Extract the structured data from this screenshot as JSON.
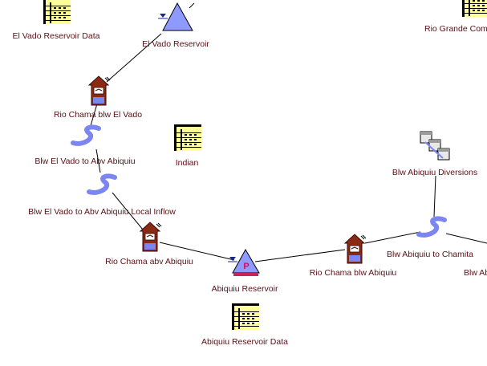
{
  "colors": {
    "label": "#5a0f16",
    "link": "#000000",
    "reach": "#7b86f0",
    "reservoir": "#8f9aff",
    "gage": "#8a2a12",
    "table_yellow": "#ffff99"
  },
  "nodes": {
    "el_vado_data": {
      "label": "El Vado Reservoir Data",
      "icon": "data-table-icon"
    },
    "rio_grande_com": {
      "label": "Rio Grande Com",
      "icon": "data-table-icon"
    },
    "el_vado_reservoir": {
      "label": "El Vado Reservoir",
      "icon": "reservoir-icon"
    },
    "rio_chama_blw_el_vado": {
      "label": "Rio Chama blw El Vado",
      "icon": "gage-icon"
    },
    "indian": {
      "label": "Indian",
      "icon": "data-table-icon"
    },
    "blw_el_vado_to_abv_abiquiu": {
      "label": "Blw El Vado to Abv Abiquiu",
      "icon": "reach-icon"
    },
    "blw_el_vado_local_inflow": {
      "label": "Blw El Vado to Abv Abiquiu Local Inflow",
      "icon": "reach-icon"
    },
    "rio_chama_abv_abiquiu": {
      "label": "Rio Chama abv Abiquiu",
      "icon": "gage-icon"
    },
    "abiquiu_reservoir": {
      "label": "Abiquiu Reservoir",
      "icon": "reservoir-icon",
      "badge": "P"
    },
    "abiquiu_data": {
      "label": "Abiquiu Reservoir Data",
      "icon": "data-table-icon"
    },
    "rio_chama_blw_abiquiu": {
      "label": "Rio Chama blw Abiquiu",
      "icon": "gage-icon"
    },
    "blw_abiquiu_diversions": {
      "label": "Blw Abiquiu Diversions",
      "icon": "diversion-icon"
    },
    "blw_abiquiu_to_chamita": {
      "label": "Blw Abiquiu to Chamita",
      "icon": "reach-icon"
    },
    "blw_ab_cut": {
      "label": "Blw Ab",
      "icon": "text"
    }
  }
}
